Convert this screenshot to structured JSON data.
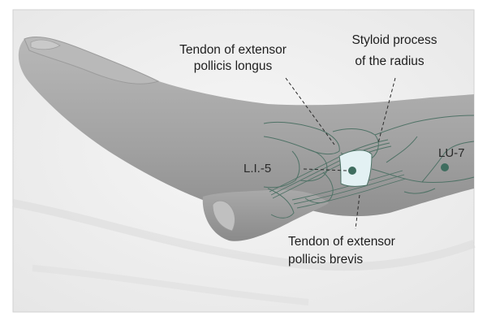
{
  "labels": {
    "tendon_longus_line1": "Tendon of extensor",
    "tendon_longus_line2": "pollicis longus",
    "styloid_line1": "Styloid process",
    "styloid_line2": "of the radius",
    "li5": "L.I.-5",
    "lu7": "LU-7",
    "tendon_brevis_line1": "Tendon of extensor",
    "tendon_brevis_line2": "pollicis brevis"
  },
  "colors": {
    "background": "#efefef",
    "skin": "#a7a7a7",
    "anatomy_lines": "#4f7266",
    "snuffbox_fill": "#e3f1f3",
    "acupoint": "#3f6d5f",
    "frame": "#d2d2d2"
  }
}
